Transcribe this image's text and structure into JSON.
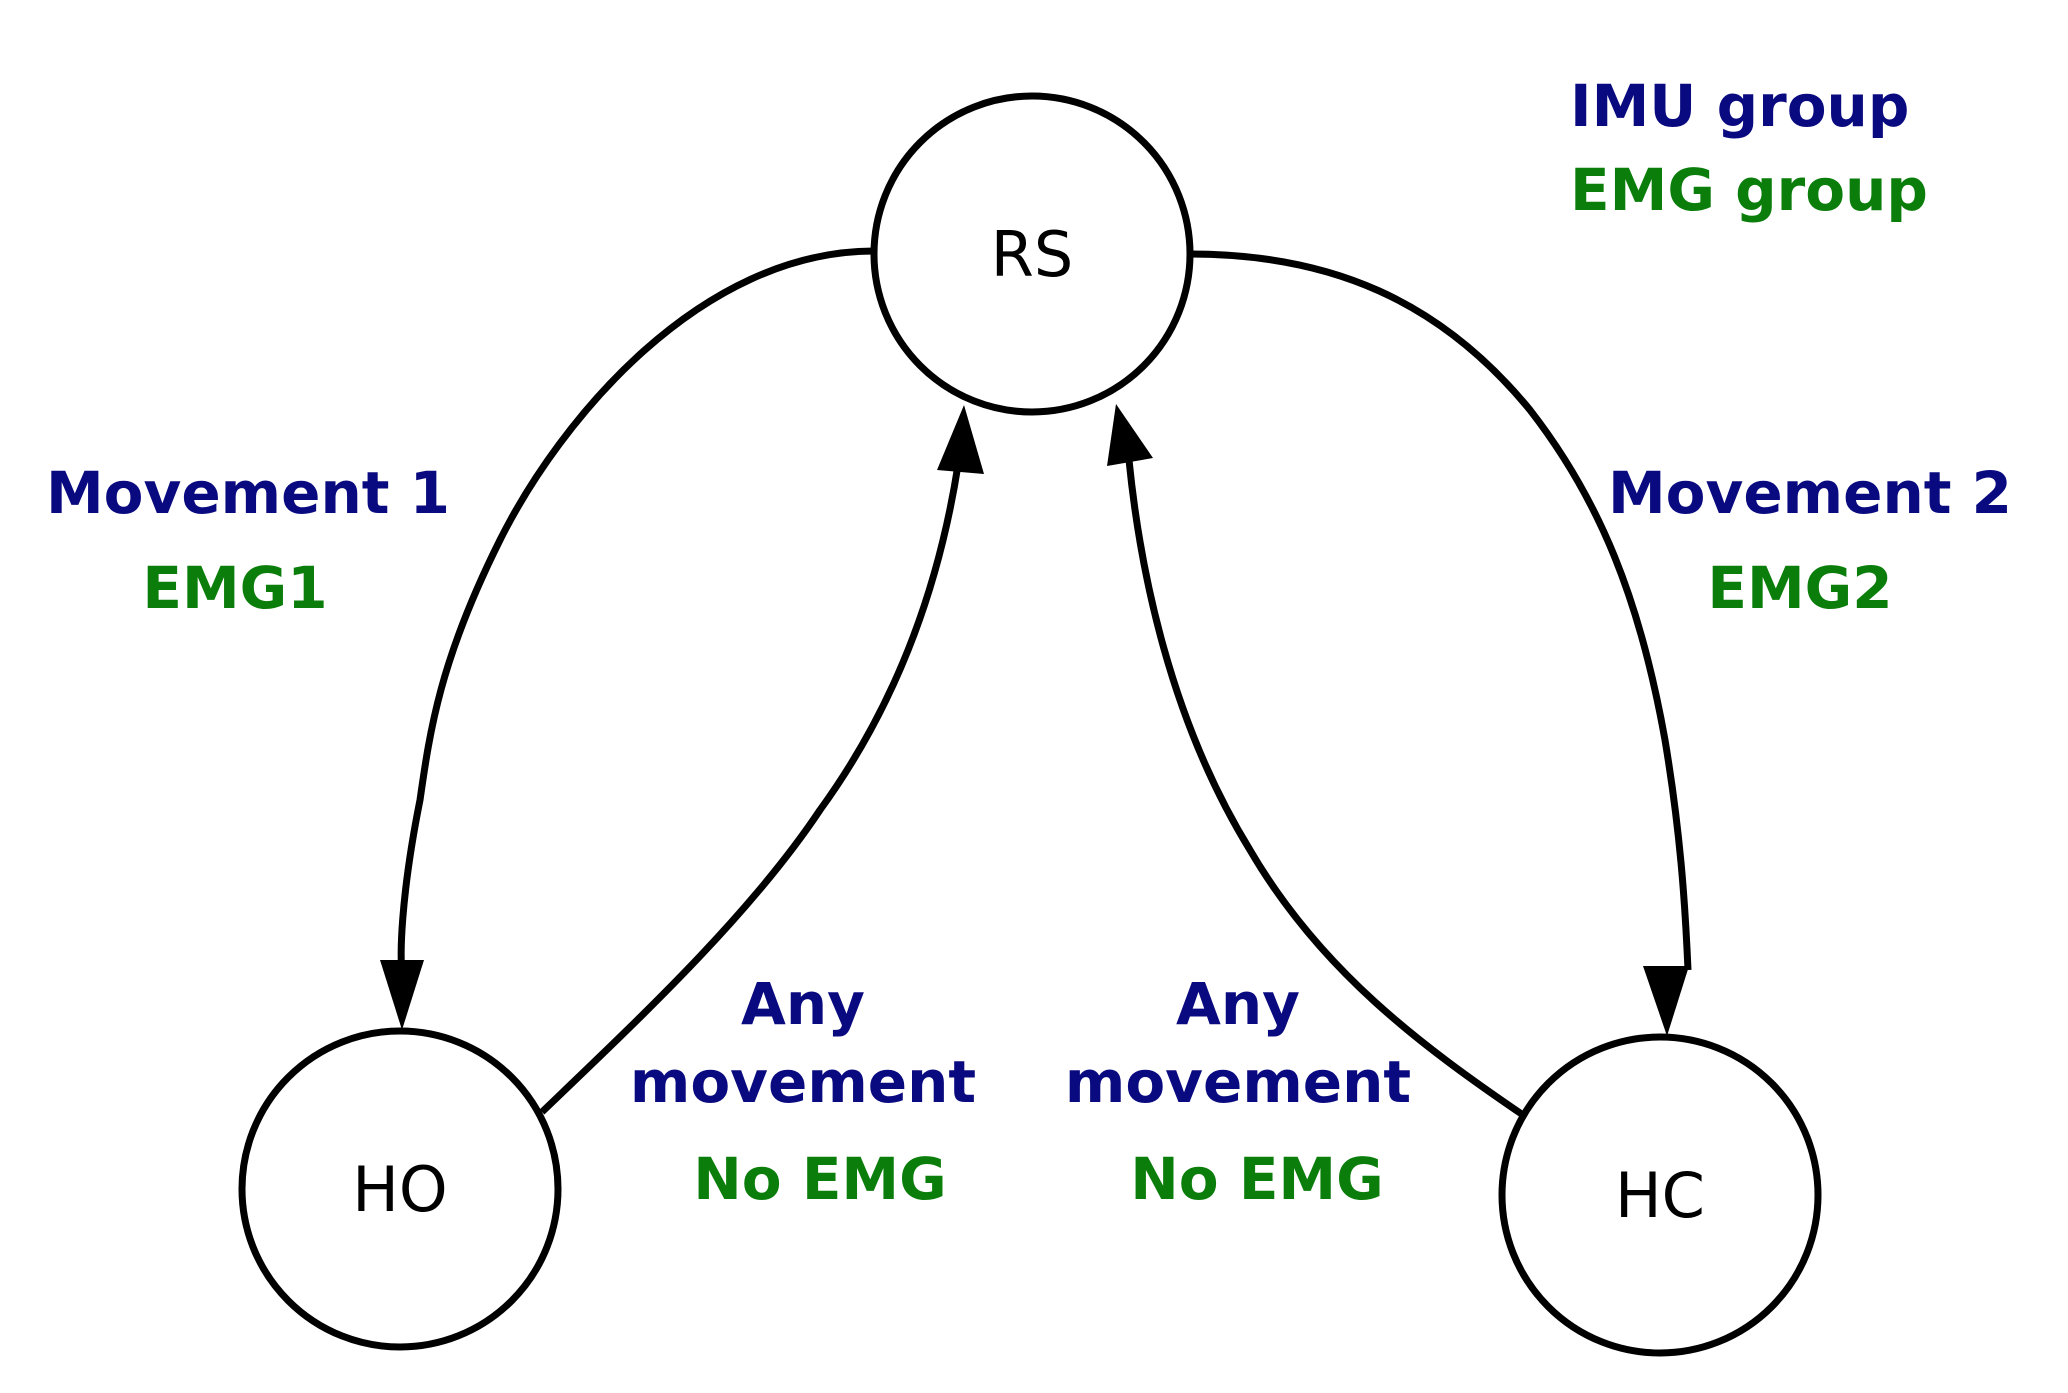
{
  "legend": {
    "imu": "IMU group",
    "emg": "EMG group"
  },
  "colors": {
    "imu": "#0a0a80",
    "emg": "#0a7d0a"
  },
  "nodes": {
    "rs": "RS",
    "ho": "HO",
    "hc": "HC"
  },
  "edges": {
    "rs_to_ho": {
      "imu": "Movement 1",
      "emg": "EMG1"
    },
    "rs_to_hc": {
      "imu": "Movement 2",
      "emg": "EMG2"
    },
    "ho_to_rs": {
      "imu_line1": "Any",
      "imu_line2": "movement",
      "emg": "No EMG"
    },
    "hc_to_rs": {
      "imu_line1": "Any",
      "imu_line2": "movement",
      "emg": "No EMG"
    }
  }
}
